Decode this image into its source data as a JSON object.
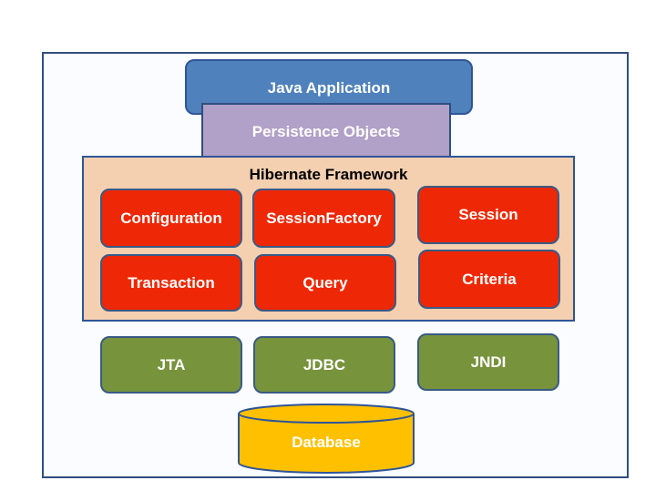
{
  "diagram": {
    "java_application": "Java Application",
    "persistence_objects": "Persistence Objects",
    "hibernate_framework": {
      "title": "Hibernate Framework",
      "components": [
        "Configuration",
        "SessionFactory",
        "Session",
        "Transaction",
        "Query",
        "Criteria"
      ]
    },
    "apis": [
      "JTA",
      "JDBC",
      "JNDI"
    ],
    "database": "Database"
  },
  "colors": {
    "java_application": "#4f81bd",
    "persistence_objects": "#b1a0c7",
    "hibernate_framework": "#f4cfb0",
    "component": "#ee2806",
    "api": "#77933c",
    "database": "#ffc000",
    "border": "#2f5597"
  }
}
